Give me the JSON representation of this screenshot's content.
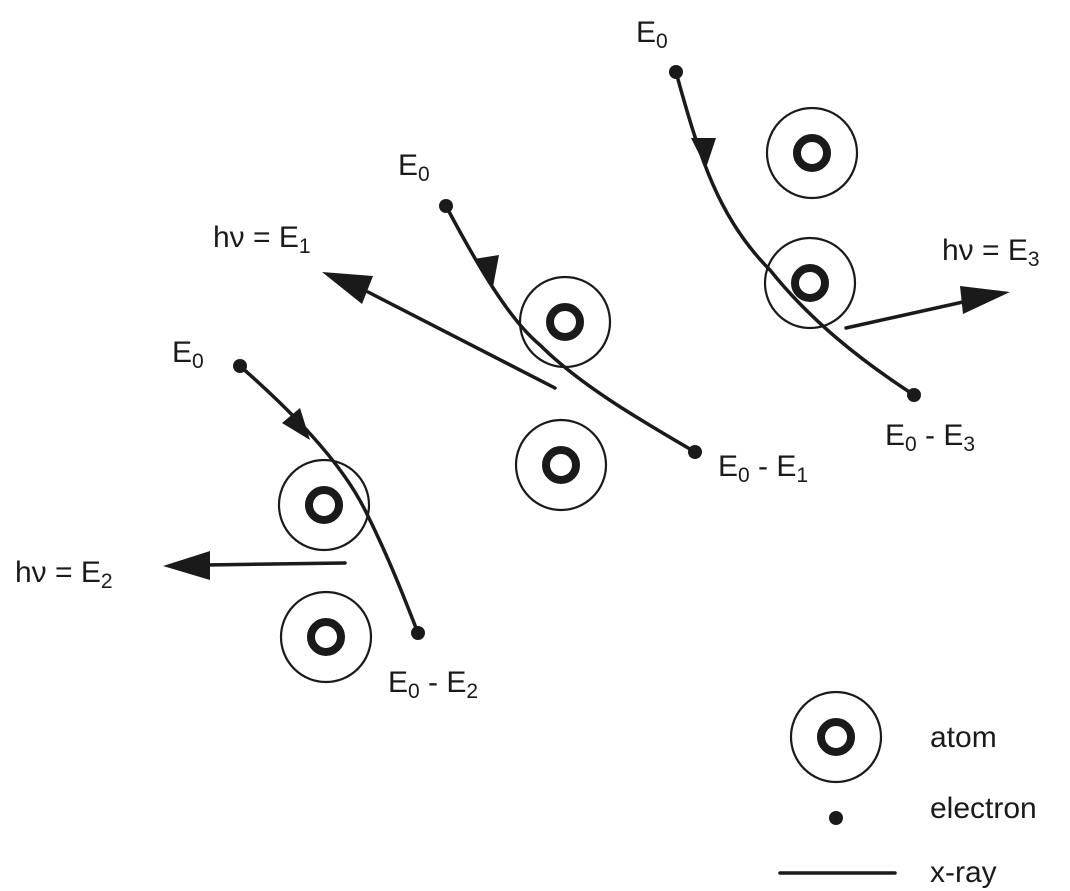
{
  "labels": {
    "e0": "E",
    "e0_sub": "0",
    "hv1": "hν = E",
    "hv1_sub": "1",
    "hv2": "hν = E",
    "hv2_sub": "2",
    "hv3": "hν = E",
    "hv3_sub": "3",
    "out1": "E",
    "out1_sub": "0",
    "out1_mid": " - E",
    "out1_sub2": "1",
    "out2": "E",
    "out2_sub": "0",
    "out2_mid": " - E",
    "out2_sub2": "2",
    "out3": "E",
    "out3_sub": "0",
    "out3_mid": " - E",
    "out3_sub2": "3"
  },
  "legend": {
    "atom": "atom",
    "electron": "electron",
    "xray": "x-ray"
  }
}
